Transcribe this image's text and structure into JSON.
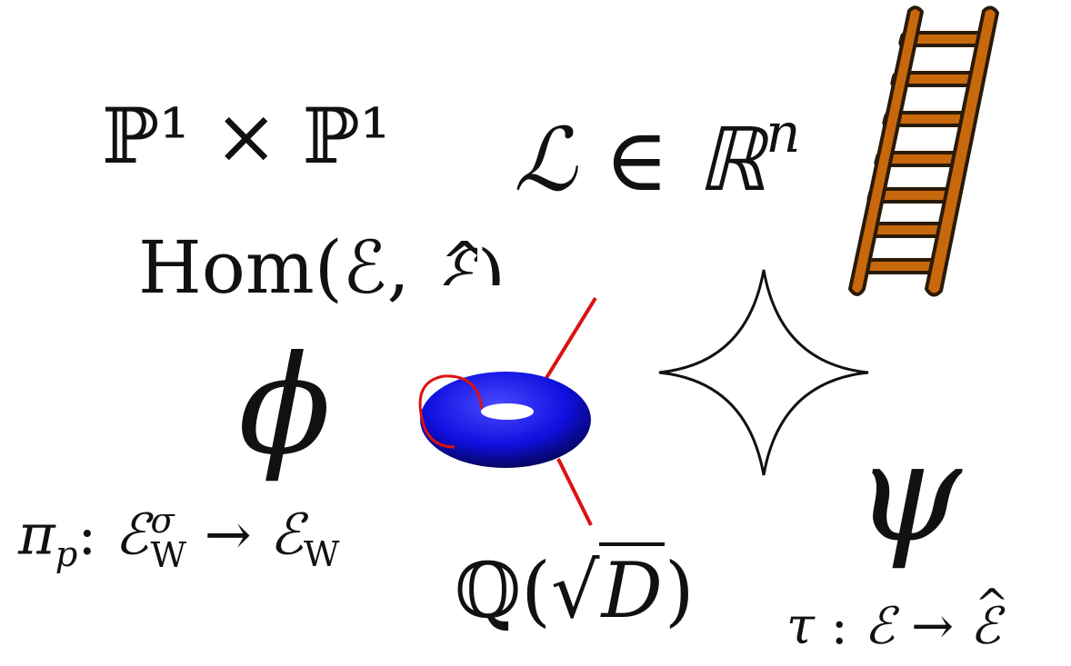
{
  "formulas": {
    "p1xp1": "ℙ¹ × ℙ¹",
    "l_in_rn": {
      "base": "ℒ ∈ ℝ",
      "sup": "n"
    },
    "hom": {
      "text": "Hom(ℰ, ",
      "cutoff_glyph": "ℰ",
      "hat": "^",
      "close": ")"
    },
    "phi": "ϕ",
    "pi_map": {
      "pi": "π",
      "pi_sub": "p",
      "colon": ":",
      "E": "ℰ",
      "sup": "σ",
      "sub": "W",
      "arrow": "→",
      "E2": "ℰ",
      "sub2": "W"
    },
    "q_sqrt": {
      "Q": "ℚ(",
      "radical": "√",
      "D": "D",
      "close": ")"
    },
    "psi": "ψ",
    "tau_map": {
      "tau": "τ",
      "colon": " : ",
      "E": "ℰ",
      "arrow": " → ",
      "E_hat": "ℰ",
      "hat": "^"
    }
  },
  "colors": {
    "ink": "#111111",
    "torus": "#1010e0",
    "torus_shadow": "#000030",
    "curve": "#dd1111",
    "ladder_fill": "#c8680c",
    "ladder_stroke": "#2a1a08"
  },
  "icons": {
    "torus": "torus-icon",
    "ladder": "ladder-icon",
    "astroid": "astroid-icon"
  }
}
